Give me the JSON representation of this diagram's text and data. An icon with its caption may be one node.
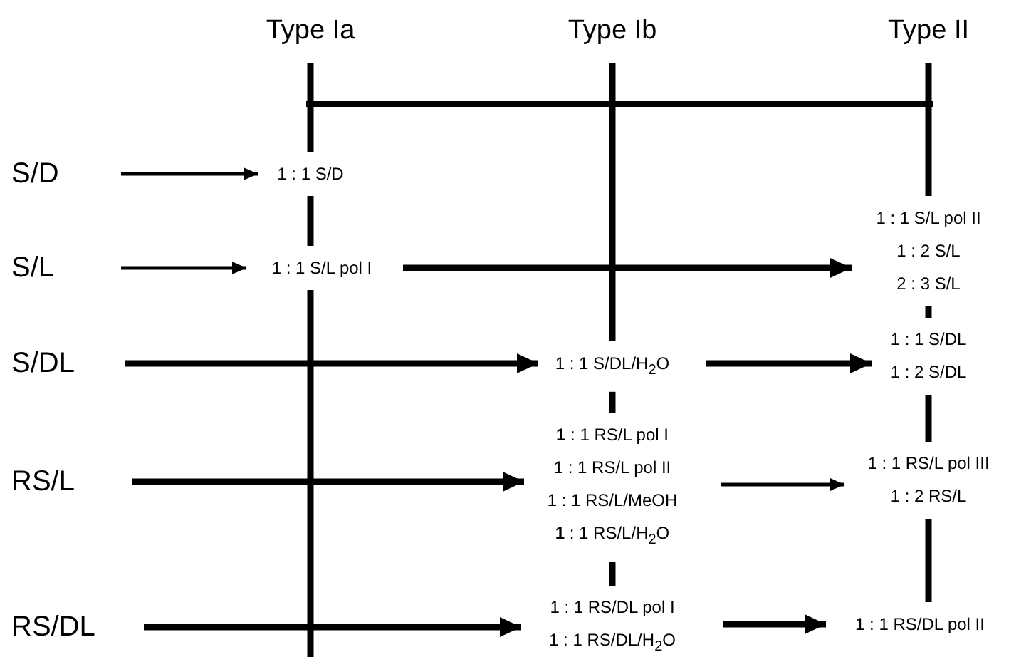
{
  "diagram": {
    "nodes": [
      {
        "text": [
          "Type Ia"
        ]
      },
      {
        "text": [
          "Type Ib"
        ]
      },
      {
        "text": [
          "Type II"
        ]
      },
      {
        "text": [],
        "shape": "bar"
      },
      {
        "text": [
          "S/D"
        ]
      },
      {
        "text": [
          "S/L"
        ]
      },
      {
        "text": [
          "S/DL"
        ]
      },
      {
        "text": [
          "RS/L"
        ]
      },
      {
        "text": [
          "RS/DL"
        ]
      },
      {
        "text": [
          "1 : 1 S/D"
        ]
      },
      {
        "text": [
          "1 : 1 S/L pol I"
        ]
      },
      {
        "text": [
          "1 : 1 S/L pol II",
          "1 : 2 S/L",
          "2 : 3 S/L"
        ]
      },
      {
        "text": [
          "1 : 1 S/DL/H$_{2}$O"
        ]
      },
      {
        "text": [
          "1 : 1 S/DL",
          "1 : 2 S/DL"
        ]
      },
      {
        "text": [
          "**1** : 1 RS/L pol I",
          "1 : 1 RS/L pol II",
          "1 : 1 RS/L/MeOH",
          "**1** : 1 RS/L/H$_{2}$O"
        ]
      },
      {
        "text": [
          "1 : 1 RS/L pol III",
          "1 : 2 RS/L"
        ]
      },
      {
        "text": [
          "1 : 1 RS/DL pol I",
          "1 : 1 RS/DL/H$_{2}$O"
        ]
      },
      {
        "text": [
          "1 : 1 RS/DL pol II"
        ]
      }
    ],
    "edges": [
      {
        "from": 0,
        "to": 3,
        "arrow": "none"
      },
      {
        "from": 1,
        "to": 3,
        "arrow": "none"
      },
      {
        "from": 2,
        "to": 3,
        "arrow": "none"
      },
      {
        "from": 3,
        "to": 9,
        "arrow": "none"
      },
      {
        "from": 3,
        "to": 12,
        "arrow": "none"
      },
      {
        "from": 3,
        "to": 11,
        "arrow": "none"
      },
      {
        "from": 4,
        "to": 9,
        "arrow": "to"
      },
      {
        "from": 9,
        "to": 10,
        "arrow": "none"
      },
      {
        "from": 5,
        "to": 10,
        "arrow": "to"
      },
      {
        "from": 10,
        "to": 11,
        "arrow": "to"
      },
      {
        "from": 10,
        "to": null,
        "arrow": "none"
      },
      {
        "from": 11,
        "to": 13,
        "arrow": "none"
      },
      {
        "from": 6,
        "to": 12,
        "arrow": "to"
      },
      {
        "from": 12,
        "to": 13,
        "arrow": "to"
      },
      {
        "from": 12,
        "to": 14,
        "arrow": "none"
      },
      {
        "from": 13,
        "to": 15,
        "arrow": "none"
      },
      {
        "from": 7,
        "to": 14,
        "arrow": "to"
      },
      {
        "from": 14,
        "to": 15,
        "arrow": "to"
      },
      {
        "from": 14,
        "to": 16,
        "arrow": "none"
      },
      {
        "from": 15,
        "to": 17,
        "arrow": "none"
      },
      {
        "from": 8,
        "to": 16,
        "arrow": "to"
      },
      {
        "from": 16,
        "to": 17,
        "arrow": "to"
      }
    ]
  }
}
